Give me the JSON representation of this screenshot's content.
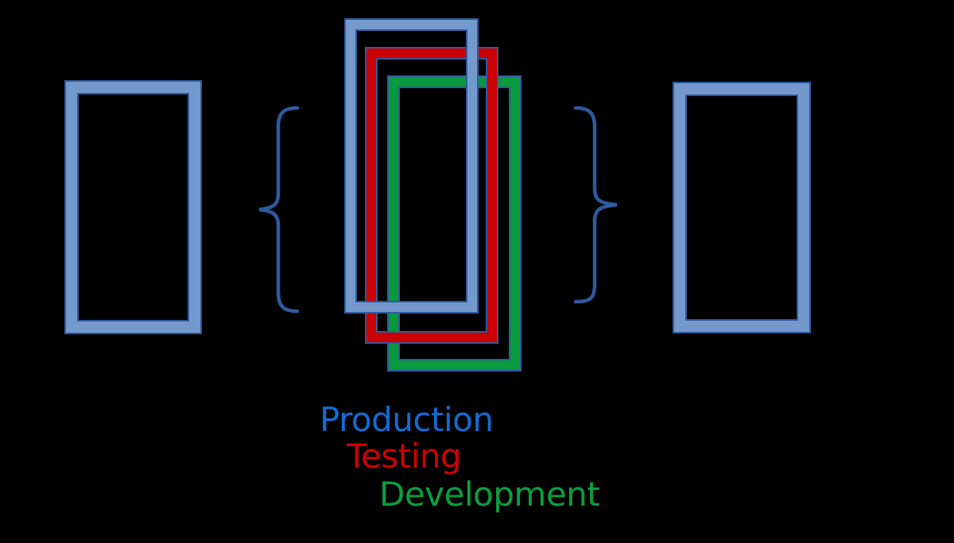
{
  "canvas": {
    "background_color": "#000000"
  },
  "frames": {
    "left_monitor": {
      "band_color": "#7399CD",
      "edge_color": "#2F5A9E"
    },
    "right_monitor": {
      "band_color": "#7399CD",
      "edge_color": "#2F5A9E"
    },
    "production": {
      "band_color": "#7399CD",
      "edge_color": "#2F5A9E"
    },
    "testing": {
      "band_color": "#CC0000",
      "edge_color": "#2F5A9E"
    },
    "development": {
      "band_color": "#089A3C",
      "edge_color": "#2F5A9E"
    }
  },
  "braces": {
    "color": "#2F5A9E"
  },
  "legend": {
    "items": [
      {
        "label": "Production",
        "color": "#156BD2"
      },
      {
        "label": "Testing",
        "color": "#D20000"
      },
      {
        "label": "Development",
        "color": "#0AA03C"
      }
    ]
  }
}
